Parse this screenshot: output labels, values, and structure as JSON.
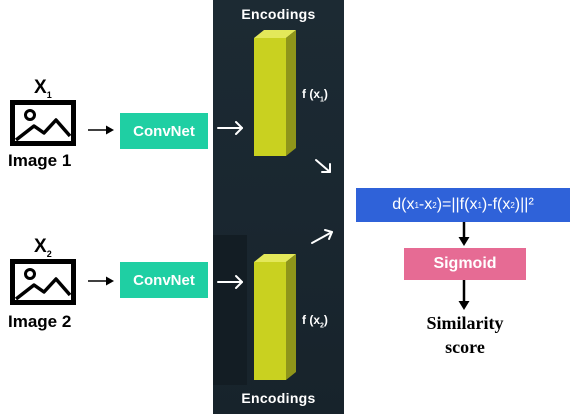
{
  "inputs": [
    {
      "var": "X",
      "sub": "1",
      "image_label": "Image 1",
      "convnet_label": "ConvNet"
    },
    {
      "var": "X",
      "sub": "2",
      "image_label": "Image 2",
      "convnet_label": "ConvNet"
    }
  ],
  "encodings": {
    "top_title": "Encodings",
    "bottom_title": "Encodings",
    "f1": {
      "prefix": "f (x",
      "sub": "1",
      "suffix": ")"
    },
    "f2": {
      "prefix": "f (x",
      "sub": "2",
      "suffix": ")"
    }
  },
  "distance": {
    "p1": "d(x",
    "s1": "1",
    "p2": "-x",
    "s2": "2",
    "p3": ")=||f(x",
    "s3": "1",
    "p4": ")-f(x",
    "s4": "2",
    "p5": ")||²"
  },
  "sigmoid_label": "Sigmoid",
  "similarity": {
    "line1": "Similarity",
    "line2": "score"
  },
  "colors": {
    "convnet": "#1fcfa3",
    "encoding_bar": "#c9d120",
    "panel": "#1c2a33",
    "distance_box": "#2f62d9",
    "sigmoid_box": "#e66b94"
  },
  "icons": [
    "image-icon",
    "image-icon",
    "arrow-right-icon",
    "arrow-down-icon"
  ]
}
